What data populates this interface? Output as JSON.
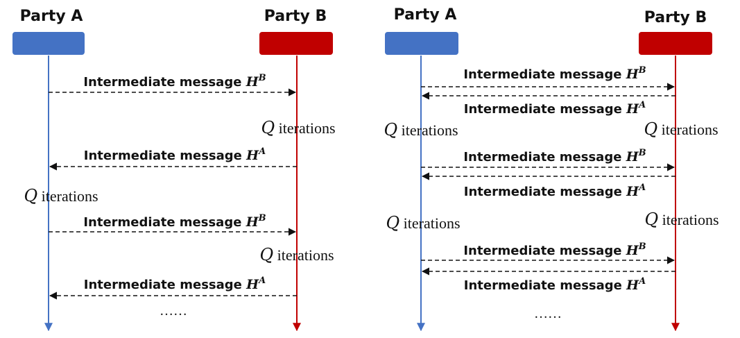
{
  "colors": {
    "party_a": "#4472c4",
    "party_b": "#c00000",
    "message": "#111111"
  },
  "left_panel": {
    "party_a_label": "Party A",
    "party_b_label": "Party B",
    "messages": [
      {
        "text": "Intermediate message ",
        "var": "H",
        "sup": "B",
        "direction": "A-to-B"
      },
      {
        "text": "Intermediate message ",
        "var": "H",
        "sup": "A",
        "direction": "B-to-A"
      },
      {
        "text": "Intermediate message ",
        "var": "H",
        "sup": "B",
        "direction": "A-to-B"
      },
      {
        "text": "Intermediate message ",
        "var": "H",
        "sup": "A",
        "direction": "B-to-A"
      }
    ],
    "iterations": [
      {
        "q": "Q",
        "word": " iterations",
        "side": "B"
      },
      {
        "q": "Q",
        "word": " iterations",
        "side": "A"
      },
      {
        "q": "Q",
        "word": " iterations",
        "side": "B"
      }
    ],
    "ellipsis": "……"
  },
  "right_panel": {
    "party_a_label": "Party A",
    "party_b_label": "Party B",
    "messages": [
      {
        "text": "Intermediate message ",
        "var": "H",
        "sup": "B",
        "direction": "A-to-B"
      },
      {
        "text": "Intermediate message ",
        "var": "H",
        "sup": "A",
        "direction": "B-to-A"
      },
      {
        "text": "Intermediate message ",
        "var": "H",
        "sup": "B",
        "direction": "A-to-B"
      },
      {
        "text": "Intermediate message ",
        "var": "H",
        "sup": "A",
        "direction": "B-to-A"
      },
      {
        "text": "Intermediate message ",
        "var": "H",
        "sup": "B",
        "direction": "A-to-B"
      },
      {
        "text": "Intermediate message ",
        "var": "H",
        "sup": "A",
        "direction": "B-to-A"
      }
    ],
    "iterations": [
      {
        "q": "Q",
        "word": " iterations",
        "side": "A"
      },
      {
        "q": "Q",
        "word": " iterations",
        "side": "B"
      },
      {
        "q": "Q",
        "word": " iterations",
        "side": "A"
      },
      {
        "q": "Q",
        "word": " iterations",
        "side": "B"
      }
    ],
    "ellipsis": "……"
  }
}
